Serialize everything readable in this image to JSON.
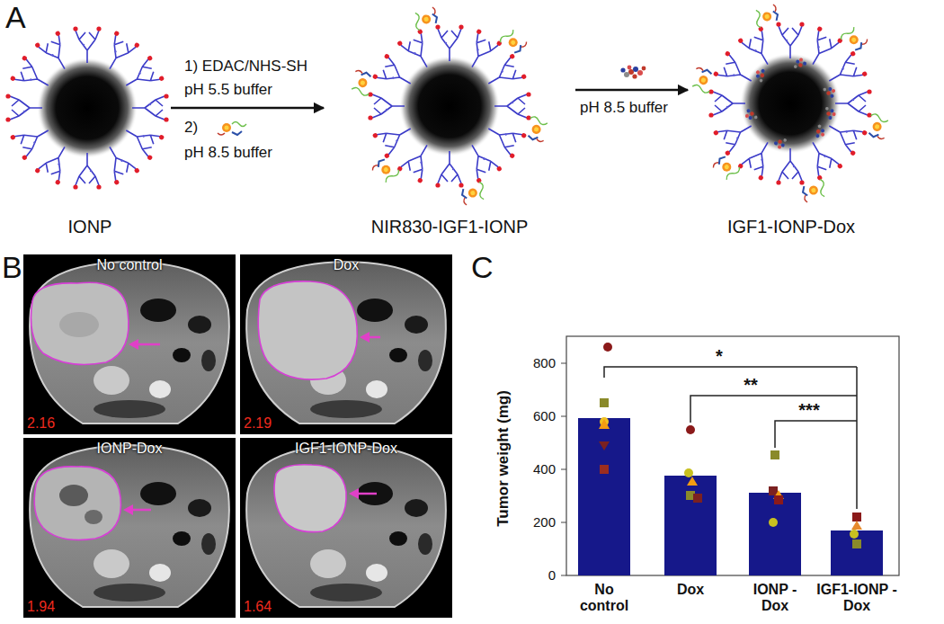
{
  "diagram": {
    "nodes": [
      {
        "text": [
          "IONP"
        ]
      },
      {
        "text": [
          "NIR830-IGF1-IONP"
        ]
      },
      {
        "text": [
          "IGF1-IONP-Dox"
        ]
      },
      {
        "text": [
          "No control",
          "2.16"
        ]
      },
      {
        "text": [
          "Dox",
          "2.19"
        ]
      },
      {
        "text": [
          "IONP-Dox",
          "1.94"
        ]
      },
      {
        "text": [
          "IGF1-IONP-Dox",
          "1.64"
        ]
      }
    ],
    "edges": [
      {
        "from": 0,
        "to": 1,
        "label": "1) EDAC/NHS-SH",
        "arrow": "to"
      },
      {
        "from": 1,
        "to": 2,
        "label": "pH 8.5 buffer",
        "arrow": "to"
      }
    ],
    "labels": [
      "A",
      "pH 5.5 buffer",
      "2)",
      "pH 8.5 buffer",
      "B",
      "C",
      "800",
      "600",
      "400",
      "200",
      "0",
      "Tumor weight (mg)",
      "No control",
      "Dox",
      "IONP -Dox",
      "IGF1-IONP -Dox",
      "*",
      "**",
      "***"
    ]
  }
}
